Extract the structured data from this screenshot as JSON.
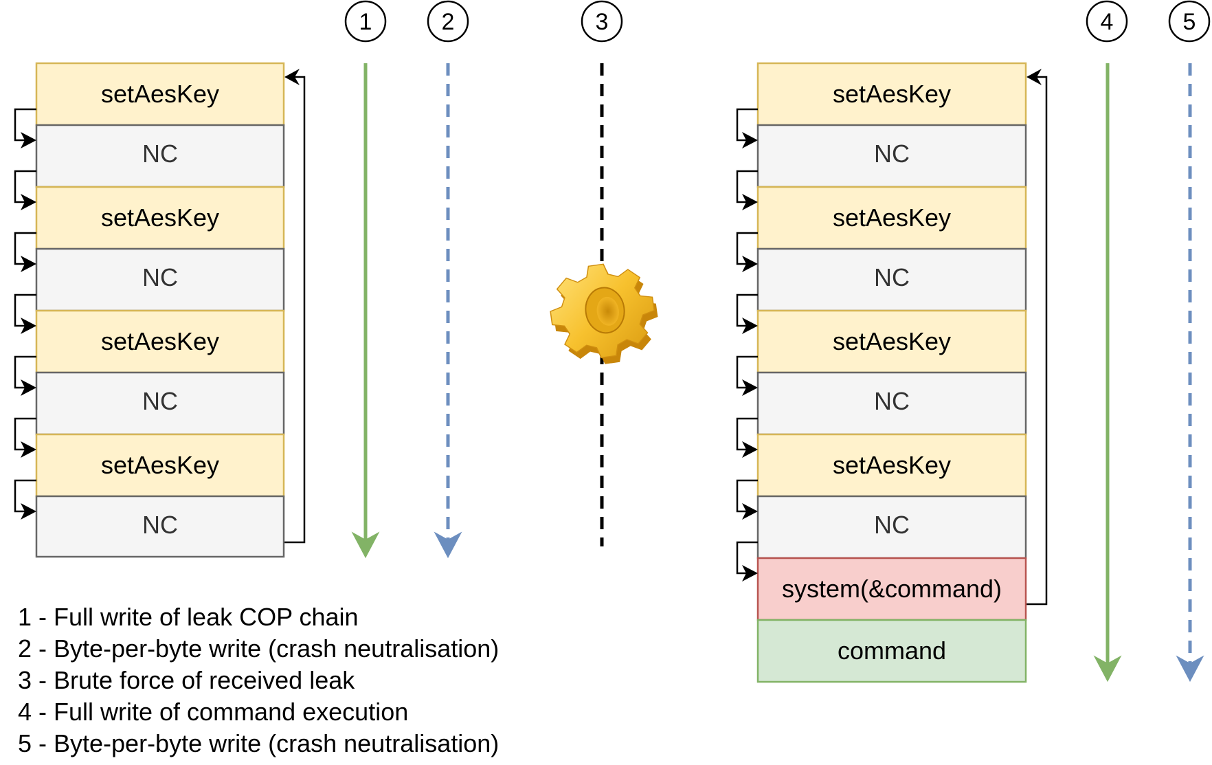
{
  "steps": [
    "1",
    "2",
    "3",
    "4",
    "5"
  ],
  "left_chain": [
    "setAesKey",
    "NC",
    "setAesKey",
    "NC",
    "setAesKey",
    "NC",
    "setAesKey",
    "NC"
  ],
  "right_chain": [
    "setAesKey",
    "NC",
    "setAesKey",
    "NC",
    "setAesKey",
    "NC",
    "setAesKey",
    "NC",
    "system(&command)",
    "command"
  ],
  "legend": [
    "1 - Full write of leak COP chain",
    "2 - Byte-per-byte write (crash neutralisation)",
    "3 - Brute force of received leak",
    "4 - Full write of command execution",
    "5 - Byte-per-byte write (crash neutralisation)"
  ],
  "colors": {
    "setAesKey_fill": "#fff2cc",
    "setAesKey_stroke": "#d6b656",
    "nc_fill": "#f5f5f5",
    "nc_stroke": "#666666",
    "system_fill": "#f8cecc",
    "system_stroke": "#b85450",
    "command_fill": "#d5e8d4",
    "command_stroke": "#82b366",
    "green_arrow": "#82b366",
    "blue_arrow": "#6c8ebf",
    "black": "#000000"
  },
  "icons": {
    "center": "gear-icon"
  }
}
